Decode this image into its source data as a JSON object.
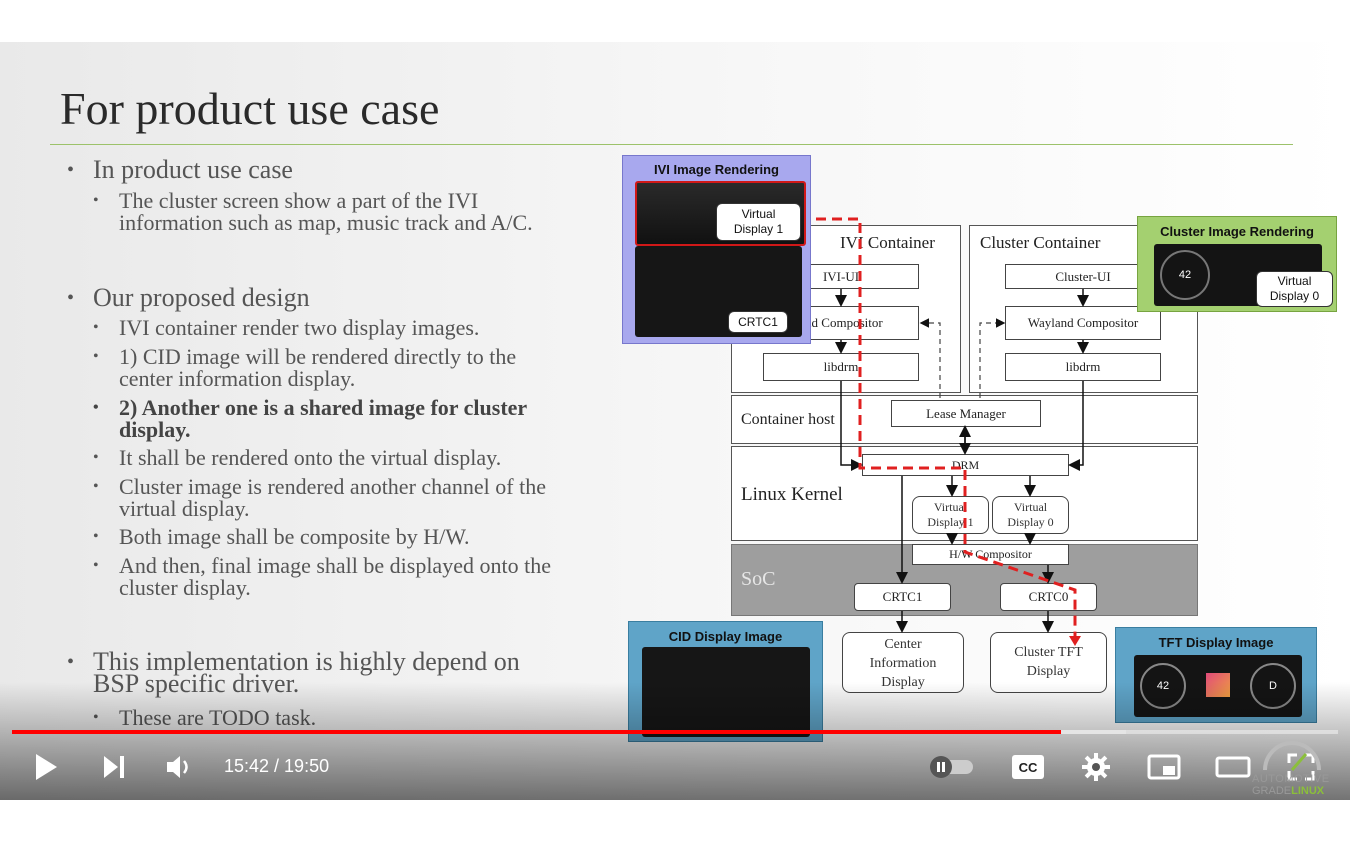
{
  "slide": {
    "title": "For product use case",
    "bullets": [
      {
        "level": 1,
        "text": "In product use case",
        "bold": false
      },
      {
        "level": 2,
        "text": "The cluster screen show a part of the IVI",
        "bold": false
      },
      {
        "level": 2,
        "text": "information such as map, music track and A/C.",
        "bold": false,
        "cont": true
      },
      {
        "level": 1,
        "text": "Our proposed design",
        "bold": false
      },
      {
        "level": 2,
        "text": "IVI container render two display images.",
        "bold": false
      },
      {
        "level": 2,
        "text": "1) CID image will be rendered directly to the",
        "bold": false
      },
      {
        "level": 2,
        "text": "center information display.",
        "bold": false,
        "cont": true
      },
      {
        "level": 2,
        "text": "2) Another one is a shared image for cluster",
        "bold": true
      },
      {
        "level": 2,
        "text": "display.",
        "bold": true,
        "cont": true
      },
      {
        "level": 2,
        "text": "It shall be rendered onto the virtual display.",
        "bold": false
      },
      {
        "level": 2,
        "text": "Cluster image is rendered another channel of the",
        "bold": false
      },
      {
        "level": 2,
        "text": "virtual display.",
        "bold": false,
        "cont": true
      },
      {
        "level": 2,
        "text": "Both image shall be composite by H/W.",
        "bold": false
      },
      {
        "level": 2,
        "text": "And then, final image shall be displayed onto the",
        "bold": false
      },
      {
        "level": 2,
        "text": "cluster display.",
        "bold": false,
        "cont": true
      },
      {
        "level": 1,
        "text": "This implementation is highly depend on",
        "bold": false
      },
      {
        "level": 1,
        "text": "BSP specific driver.",
        "bold": false,
        "cont": true
      },
      {
        "level": 2,
        "text": "These are TODO task.",
        "bold": false
      }
    ]
  },
  "diagram": {
    "ivi_container": "IVI Container",
    "cluster_container": "Cluster Container",
    "ivi_ui": "IVI-UI",
    "cluster_ui": "Cluster-UI",
    "ivi_compositor": "and Compositor",
    "cluster_compositor": "Wayland Compositor",
    "ivi_libdrm": "libdrm",
    "cluster_libdrm": "libdrm",
    "container_host": "Container host",
    "lease_manager": "Lease Manager",
    "linux_kernel": "Linux Kernel",
    "drm": "DRM",
    "vdisp1": [
      "Virtual",
      "Display 1"
    ],
    "vdisp0": [
      "Virtual",
      "Display 0"
    ],
    "soc": "SoC",
    "hw_compositor": "H/W Compositor",
    "crtc1": "CRTC1",
    "crtc0": "CRTC0",
    "center_display": [
      "Center",
      "Information",
      "Display"
    ],
    "cluster_tft": [
      "Cluster TFT",
      "Display"
    ],
    "ivi_panel": {
      "title": "IVI Image Rendering",
      "tag": [
        "Virtual",
        "Display 1"
      ],
      "crtc_tag": "CRTC1"
    },
    "cluster_panel": {
      "title": "Cluster Image Rendering",
      "tag": [
        "Virtual",
        "Display 0"
      ],
      "gauge": "42"
    },
    "cid_panel": {
      "title": "CID Display Image"
    },
    "tft_panel": {
      "title": "TFT Display Image",
      "gauge_left": "42",
      "gauge_right": "D"
    }
  },
  "player": {
    "time_current": "15:42",
    "time_total": "19:50",
    "time_text": "15:42 / 19:50",
    "progress": 0.7913,
    "buffered": 0.84,
    "watermark": [
      "AUTOMOTIVE",
      "GRADE",
      "LINUX"
    ],
    "colors": {
      "progress": "#ff0000",
      "slide_rule": "#9cc26a",
      "ivi_panel": "#a8a8ee",
      "cluster_panel": "#a4d070",
      "cid_panel": "#5fa4c8",
      "dashed": "#e02020"
    }
  }
}
